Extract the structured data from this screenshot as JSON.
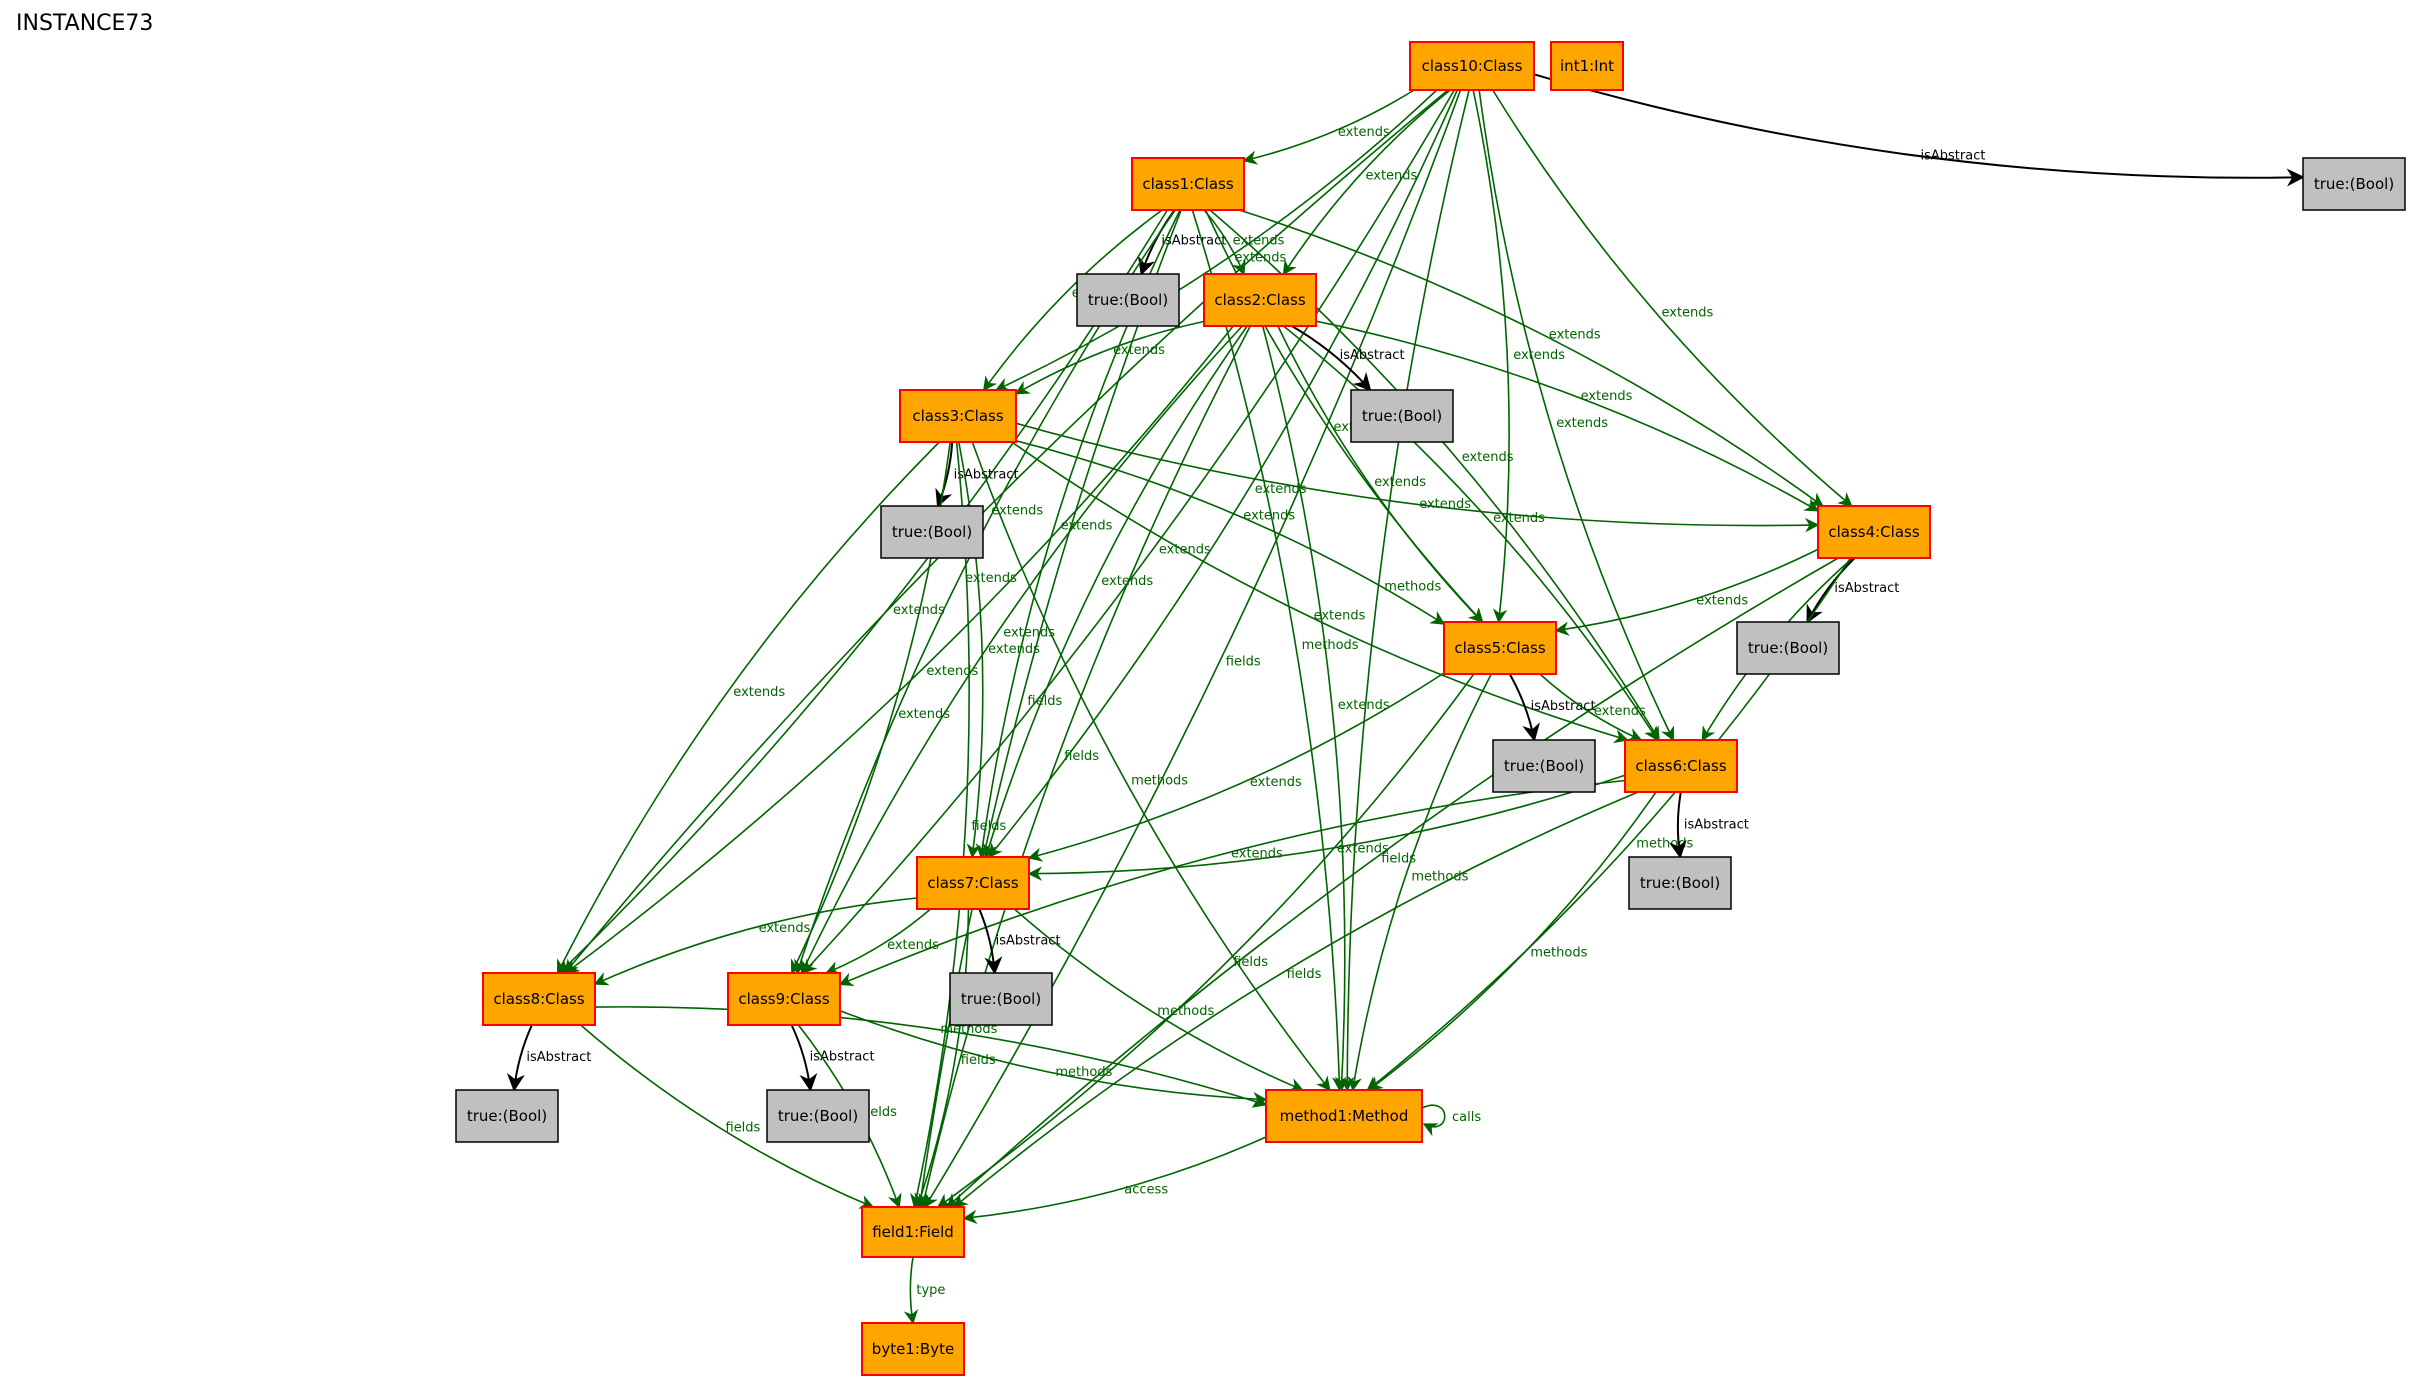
{
  "title": "INSTANCE73",
  "colors": {
    "class_fill": "#ffa500",
    "class_stroke": "#ff0000",
    "bool_fill": "#c0c0c0",
    "edge_green": "#006400",
    "edge_black": "#000000"
  },
  "nodes": [
    {
      "id": "class10",
      "label": "class10:Class",
      "kind": "class"
    },
    {
      "id": "int1",
      "label": "int1:Int",
      "kind": "class"
    },
    {
      "id": "b10",
      "label": "true:(Bool)",
      "kind": "bool"
    },
    {
      "id": "class1",
      "label": "class1:Class",
      "kind": "class"
    },
    {
      "id": "b1",
      "label": "true:(Bool)",
      "kind": "bool"
    },
    {
      "id": "class2",
      "label": "class2:Class",
      "kind": "class"
    },
    {
      "id": "b2",
      "label": "true:(Bool)",
      "kind": "bool"
    },
    {
      "id": "class3",
      "label": "class3:Class",
      "kind": "class"
    },
    {
      "id": "b3",
      "label": "true:(Bool)",
      "kind": "bool"
    },
    {
      "id": "class4",
      "label": "class4:Class",
      "kind": "class"
    },
    {
      "id": "b4",
      "label": "true:(Bool)",
      "kind": "bool"
    },
    {
      "id": "class5",
      "label": "class5:Class",
      "kind": "class"
    },
    {
      "id": "b5",
      "label": "true:(Bool)",
      "kind": "bool"
    },
    {
      "id": "class6",
      "label": "class6:Class",
      "kind": "class"
    },
    {
      "id": "b6",
      "label": "true:(Bool)",
      "kind": "bool"
    },
    {
      "id": "class7",
      "label": "class7:Class",
      "kind": "class"
    },
    {
      "id": "b7",
      "label": "true:(Bool)",
      "kind": "bool"
    },
    {
      "id": "class8",
      "label": "class8:Class",
      "kind": "class"
    },
    {
      "id": "b8",
      "label": "true:(Bool)",
      "kind": "bool"
    },
    {
      "id": "class9",
      "label": "class9:Class",
      "kind": "class"
    },
    {
      "id": "b9",
      "label": "true:(Bool)",
      "kind": "bool"
    },
    {
      "id": "method1",
      "label": "method1:Method",
      "kind": "class"
    },
    {
      "id": "field1",
      "label": "field1:Field",
      "kind": "class"
    },
    {
      "id": "byte1",
      "label": "byte1:Byte",
      "kind": "class"
    }
  ],
  "edges": [
    {
      "from": "class10",
      "to": "b10",
      "label": "isAbstract"
    },
    {
      "from": "class10",
      "to": "class1",
      "label": "extends"
    },
    {
      "from": "class10",
      "to": "class2",
      "label": "extends"
    },
    {
      "from": "class10",
      "to": "class3",
      "label": "extends"
    },
    {
      "from": "class10",
      "to": "class4",
      "label": "extends"
    },
    {
      "from": "class10",
      "to": "class5",
      "label": "extends"
    },
    {
      "from": "class10",
      "to": "class6",
      "label": "extends"
    },
    {
      "from": "class10",
      "to": "class7",
      "label": "extends"
    },
    {
      "from": "class10",
      "to": "class8",
      "label": "extends"
    },
    {
      "from": "class10",
      "to": "class9",
      "label": "extends"
    },
    {
      "from": "class10",
      "to": "method1",
      "label": "methods"
    },
    {
      "from": "class10",
      "to": "field1",
      "label": "fields"
    },
    {
      "from": "class1",
      "to": "b1",
      "label": "isAbstract"
    },
    {
      "from": "class1",
      "to": "class2",
      "label": "extends"
    },
    {
      "from": "class1",
      "to": "class3",
      "label": "extends"
    },
    {
      "from": "class1",
      "to": "class4",
      "label": "extends"
    },
    {
      "from": "class1",
      "to": "class5",
      "label": "extends"
    },
    {
      "from": "class1",
      "to": "class6",
      "label": "extends"
    },
    {
      "from": "class1",
      "to": "class7",
      "label": "extends"
    },
    {
      "from": "class1",
      "to": "class8",
      "label": "extends"
    },
    {
      "from": "class1",
      "to": "class9",
      "label": "extends"
    },
    {
      "from": "class1",
      "to": "method1",
      "label": "methods"
    },
    {
      "from": "class1",
      "to": "field1",
      "label": "fields"
    },
    {
      "from": "class2",
      "to": "b2",
      "label": "isAbstract"
    },
    {
      "from": "class2",
      "to": "class3",
      "label": "extends"
    },
    {
      "from": "class2",
      "to": "class4",
      "label": "extends"
    },
    {
      "from": "class2",
      "to": "class5",
      "label": "extends"
    },
    {
      "from": "class2",
      "to": "class6",
      "label": "extends"
    },
    {
      "from": "class2",
      "to": "class7",
      "label": "extends"
    },
    {
      "from": "class2",
      "to": "class8",
      "label": "extends"
    },
    {
      "from": "class2",
      "to": "class9",
      "label": "extends"
    },
    {
      "from": "class2",
      "to": "method1",
      "label": "extends"
    },
    {
      "from": "class2",
      "to": "field1",
      "label": "fields"
    },
    {
      "from": "class3",
      "to": "b3",
      "label": "isAbstract"
    },
    {
      "from": "class3",
      "to": "class4",
      "label": "extends"
    },
    {
      "from": "class3",
      "to": "class5",
      "label": "extends"
    },
    {
      "from": "class3",
      "to": "class6",
      "label": "extends"
    },
    {
      "from": "class3",
      "to": "class7",
      "label": "extends"
    },
    {
      "from": "class3",
      "to": "class8",
      "label": "extends"
    },
    {
      "from": "class3",
      "to": "class9",
      "label": "extends"
    },
    {
      "from": "class3",
      "to": "method1",
      "label": "methods"
    },
    {
      "from": "class3",
      "to": "field1",
      "label": "fields"
    },
    {
      "from": "class4",
      "to": "b4",
      "label": "isAbstract"
    },
    {
      "from": "class4",
      "to": "class5",
      "label": "extends"
    },
    {
      "from": "class4",
      "to": "class6",
      "label": "extends"
    },
    {
      "from": "class4",
      "to": "method1",
      "label": "methods"
    },
    {
      "from": "class4",
      "to": "field1",
      "label": "fields"
    },
    {
      "from": "class5",
      "to": "b5",
      "label": "isAbstract"
    },
    {
      "from": "class5",
      "to": "class6",
      "label": "extends"
    },
    {
      "from": "class5",
      "to": "class7",
      "label": "extends"
    },
    {
      "from": "class5",
      "to": "method1",
      "label": "methods"
    },
    {
      "from": "class5",
      "to": "field1",
      "label": "fields"
    },
    {
      "from": "class6",
      "to": "b6",
      "label": "isAbstract"
    },
    {
      "from": "class6",
      "to": "class7",
      "label": "extends"
    },
    {
      "from": "class6",
      "to": "class9",
      "label": "extends"
    },
    {
      "from": "class6",
      "to": "method1",
      "label": "methods"
    },
    {
      "from": "class6",
      "to": "field1",
      "label": "fields"
    },
    {
      "from": "class7",
      "to": "b7",
      "label": "isAbstract"
    },
    {
      "from": "class7",
      "to": "class8",
      "label": "extends"
    },
    {
      "from": "class7",
      "to": "class9",
      "label": "extends"
    },
    {
      "from": "class7",
      "to": "method1",
      "label": "methods"
    },
    {
      "from": "class7",
      "to": "field1",
      "label": "fields"
    },
    {
      "from": "class8",
      "to": "b8",
      "label": "isAbstract"
    },
    {
      "from": "class8",
      "to": "method1",
      "label": "methods"
    },
    {
      "from": "class8",
      "to": "field1",
      "label": "fields"
    },
    {
      "from": "class9",
      "to": "b9",
      "label": "isAbstract"
    },
    {
      "from": "class9",
      "to": "method1",
      "label": "methods"
    },
    {
      "from": "class9",
      "to": "field1",
      "label": "fields"
    },
    {
      "from": "method1",
      "to": "method1",
      "label": "calls"
    },
    {
      "from": "method1",
      "to": "field1",
      "label": "access"
    },
    {
      "from": "field1",
      "to": "byte1",
      "label": "type"
    }
  ]
}
